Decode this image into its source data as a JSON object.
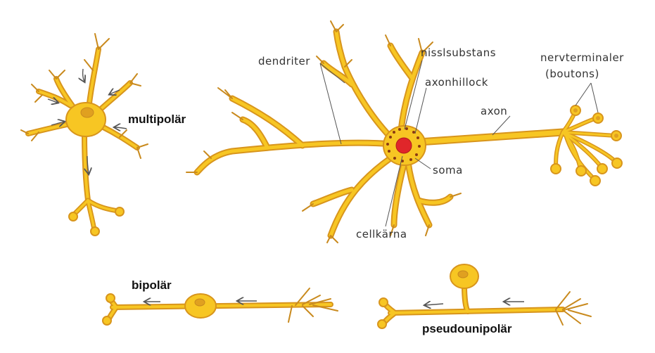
{
  "labels": {
    "dendriter": "dendriter",
    "nisslsubstans": "nisslsubstans",
    "axonhillock": "axonhillock",
    "nervterminaler_line1": "nervterminaler",
    "nervterminaler_line2": "(boutons)",
    "axon": "axon",
    "soma": "soma",
    "cellkarna": "cellkärna",
    "multipolar": "multipolär",
    "bipolar": "bipolär",
    "pseudounipolar": "pseudounipolär"
  },
  "colors": {
    "cell_fill": "#f7c623",
    "cell_outline": "#d8951c",
    "nucleus_red": "#e0262a",
    "nissl": "#8b3a12",
    "text": "#333333"
  }
}
